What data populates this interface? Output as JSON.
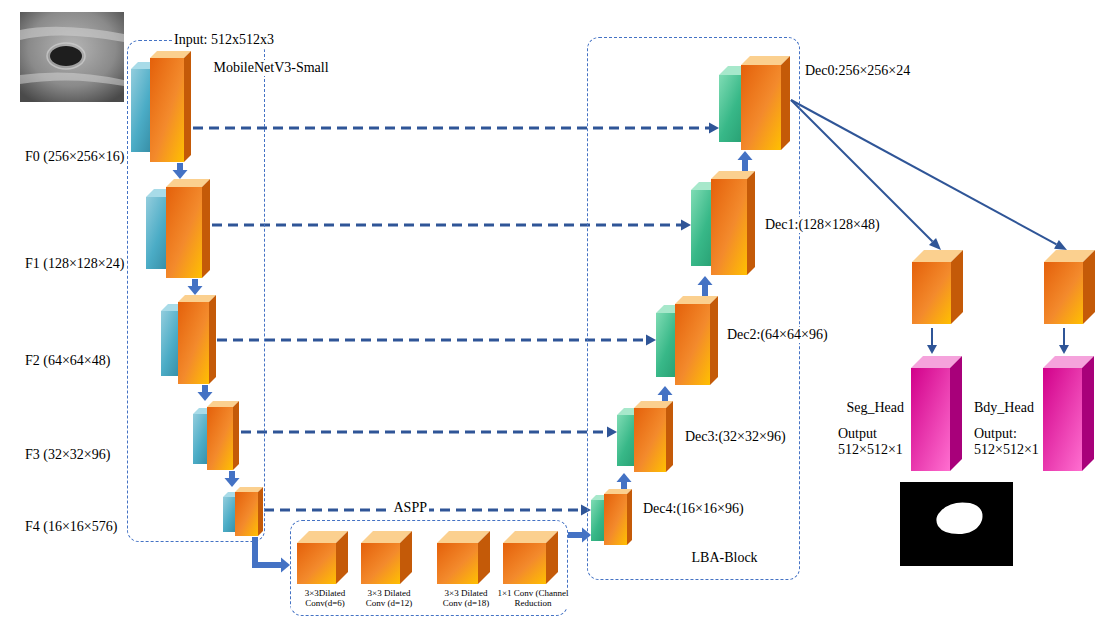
{
  "diagram": {
    "nodes": [
      {
        "text": [
          "MobileNetV3-Small"
        ]
      },
      {
        "text": [
          "F0 (256×256×16)"
        ],
        "in": 0
      },
      {
        "text": [
          "F1 (128×128×24)"
        ],
        "in": 0
      },
      {
        "text": [
          "F2 (64×64×48)"
        ],
        "in": 0
      },
      {
        "text": [
          "F3 (32×32×96)"
        ],
        "in": 0
      },
      {
        "text": [
          "F4 (16×16×576)"
        ],
        "in": 0
      },
      {
        "text": [
          "ASPP"
        ]
      },
      {
        "text": [
          "3×3Dilated Conv(d=6)"
        ],
        "in": 6
      },
      {
        "text": [
          "3×3 Dilated Conv (d=12)"
        ],
        "in": 6
      },
      {
        "text": [
          "3×3 Dilated Conv (d=18)"
        ],
        "in": 6
      },
      {
        "text": [
          "1×1 Conv (Channel Reduction"
        ],
        "in": 6
      },
      {
        "text": [
          "LBA-Block"
        ]
      },
      {
        "text": [
          "Dec0:256×256×24"
        ],
        "in": 11
      },
      {
        "text": [
          "Dec1:(128×128×48)"
        ],
        "in": 11
      },
      {
        "text": [
          "Dec2:(64×64×96)"
        ],
        "in": 11
      },
      {
        "text": [
          "Dec3:(32×32×96)"
        ],
        "in": 11
      },
      {
        "text": [
          "Dec4:(16×16×96)"
        ],
        "in": 11
      },
      {
        "text": [
          "Seg_Head",
          "Output 512×512×1"
        ]
      },
      {
        "text": [
          "Bdy_Head",
          "Output: 512×512×1"
        ]
      }
    ],
    "edges": [
      {
        "from": 1,
        "to": 2,
        "arrow": "to"
      },
      {
        "from": 2,
        "to": 3,
        "arrow": "to"
      },
      {
        "from": 3,
        "to": 4,
        "arrow": "to"
      },
      {
        "from": 4,
        "to": 5,
        "arrow": "to"
      },
      {
        "from": 1,
        "to": 12,
        "arrow": "to"
      },
      {
        "from": 2,
        "to": 13,
        "arrow": "to"
      },
      {
        "from": 3,
        "to": 14,
        "arrow": "to"
      },
      {
        "from": 4,
        "to": 15,
        "arrow": "to"
      },
      {
        "from": 5,
        "to": 16,
        "arrow": "to"
      },
      {
        "from": 5,
        "to": 6,
        "arrow": "to"
      },
      {
        "from": 6,
        "to": 16,
        "arrow": "to"
      },
      {
        "from": 16,
        "to": 15,
        "arrow": "to"
      },
      {
        "from": 15,
        "to": 14,
        "arrow": "to"
      },
      {
        "from": 14,
        "to": 13,
        "arrow": "to"
      },
      {
        "from": 13,
        "to": 12,
        "arrow": "to"
      },
      {
        "from": 12,
        "to": 17,
        "arrow": "to"
      },
      {
        "from": 12,
        "to": 18,
        "arrow": "to"
      }
    ],
    "labels": [
      "Input: 512x512x3"
    ]
  }
}
